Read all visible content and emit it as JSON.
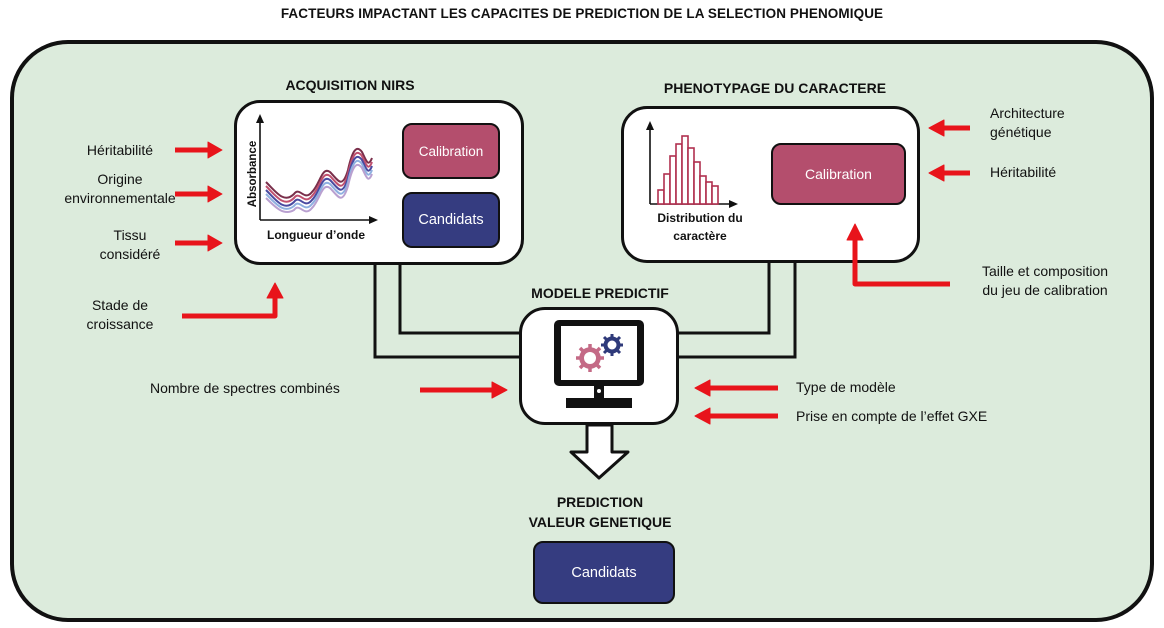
{
  "title": "FACTEURS IMPACTANT LES CAPACITES DE PREDICTION DE LA SELECTION PHENOMIQUE",
  "nirs": {
    "title": "ACQUISITION NIRS",
    "ylabel": "Absorbance",
    "xlabel": "Longueur d’onde",
    "calibration": "Calibration",
    "candidats": "Candidats"
  },
  "pheno": {
    "title": "PHENOTYPAGE DU CARACTERE",
    "dist_label_1": "Distribution du",
    "dist_label_2": "caractère",
    "calibration": "Calibration"
  },
  "model": {
    "title": "MODELE PREDICTIF"
  },
  "prediction": {
    "title_1": "PREDICTION",
    "title_2": "VALEUR GENETIQUE",
    "candidats": "Candidats"
  },
  "factors_left": {
    "heritabilite": "Héritabilité",
    "origine_1": "Origine",
    "origine_2": "environnementale",
    "tissu_1": "Tissu",
    "tissu_2": "considéré",
    "stade_1": "Stade de",
    "stade_2": "croissance",
    "nombre": "Nombre de spectres combinés"
  },
  "factors_right": {
    "architecture_1": "Architecture",
    "architecture_2": "génétique",
    "heritabilite": "Héritabilité",
    "taille_1": "Taille et composition",
    "taille_2": "du jeu de calibration",
    "type_modele": "Type de modèle",
    "gxe": "Prise en compte de l’effet GXE"
  },
  "colors": {
    "background": "#dcebdc",
    "calibration": "#b44e6d",
    "candidats": "#353c80",
    "arrow": "#e8141b"
  },
  "icons": [
    "monitor-gears-icon",
    "spectra-chart-icon",
    "histogram-icon"
  ]
}
